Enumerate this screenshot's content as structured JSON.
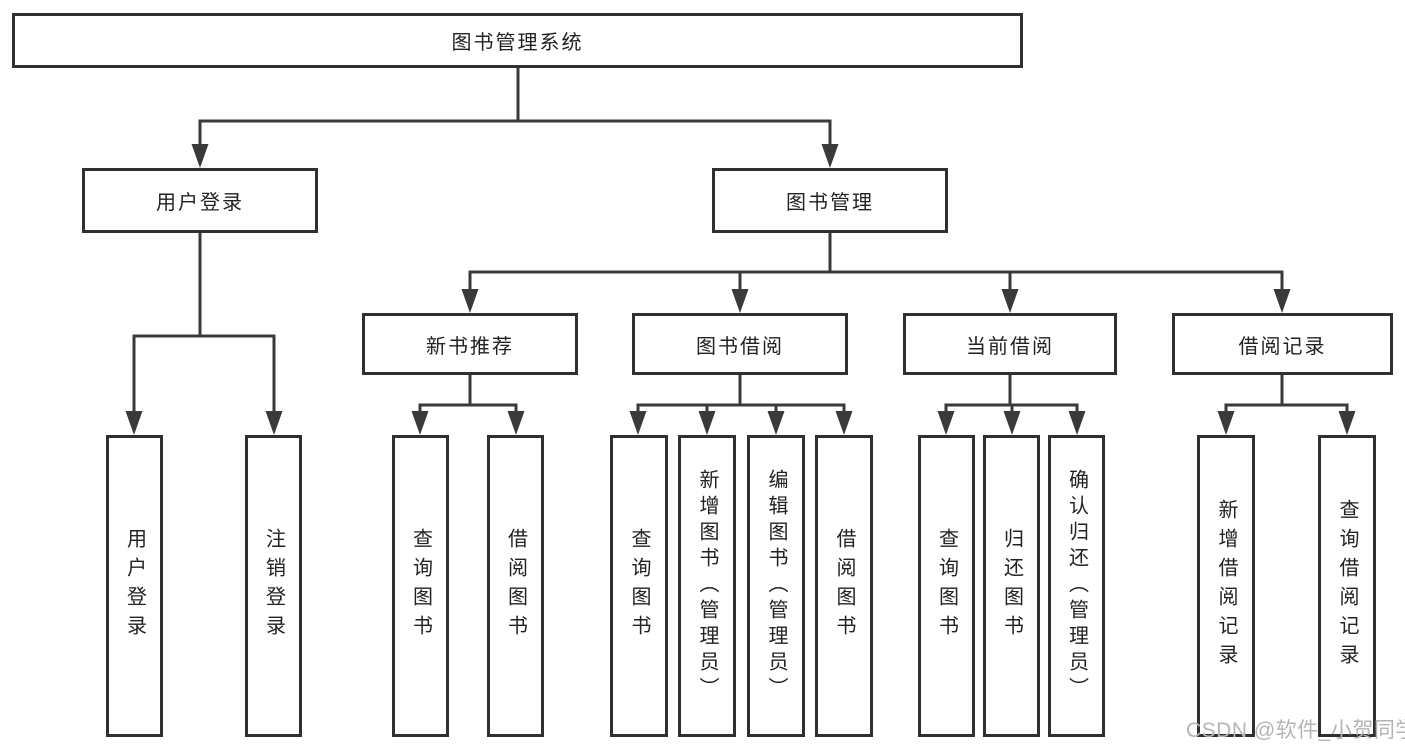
{
  "diagram": {
    "root": {
      "label": "图书管理系统",
      "children": [
        {
          "label": "用户登录",
          "children": [
            {
              "label": "用户登录"
            },
            {
              "label": "注销登录"
            }
          ]
        },
        {
          "label": "图书管理",
          "children": [
            {
              "label": "新书推荐",
              "children": [
                {
                  "label": "查询图书"
                },
                {
                  "label": "借阅图书"
                }
              ]
            },
            {
              "label": "图书借阅",
              "children": [
                {
                  "label": "查询图书"
                },
                {
                  "label": "新增图书（管理员）"
                },
                {
                  "label": "编辑图书（管理员）"
                },
                {
                  "label": "借阅图书"
                }
              ]
            },
            {
              "label": "当前借阅",
              "children": [
                {
                  "label": "查询图书"
                },
                {
                  "label": "归还图书"
                },
                {
                  "label": "确认归还（管理员）"
                }
              ]
            },
            {
              "label": "借阅记录",
              "children": [
                {
                  "label": "新增借阅记录"
                },
                {
                  "label": "查询借阅记录"
                }
              ]
            }
          ]
        }
      ]
    },
    "watermark": "CSDN @软件_小贺同学",
    "colors": {
      "box_border": "#303030",
      "connector": "#3a3a3a",
      "text": "#222222",
      "watermark": "#b4b4b4",
      "background": "#ffffff"
    }
  }
}
